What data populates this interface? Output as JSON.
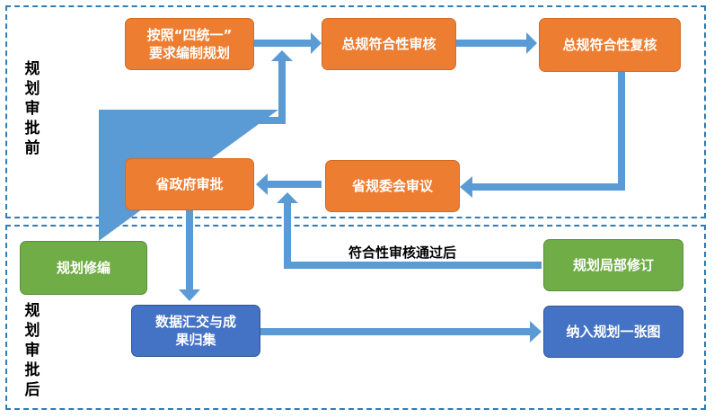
{
  "regions": {
    "before": {
      "label": "规\n划\n审\n批\n前"
    },
    "after": {
      "label": "规\n划\n审\n批\n后"
    }
  },
  "boxes": {
    "compile": "按照“四统一”\n要求编制规划",
    "review": "总规符合性审核",
    "recheck": "总规符合性复核",
    "council": "省规委会审议",
    "gov": "省政府审批",
    "revise": "规划修编",
    "partial": "规划局部修订",
    "collect": "数据汇交与成\n果归集",
    "onemap": "纳入规划一张图"
  },
  "notes": {
    "passed": "符合性审核通过后"
  },
  "colors": {
    "arrow": "#5B9BD5",
    "orange": "#ED7D31",
    "green": "#70AD47",
    "blue": "#4472C4"
  }
}
